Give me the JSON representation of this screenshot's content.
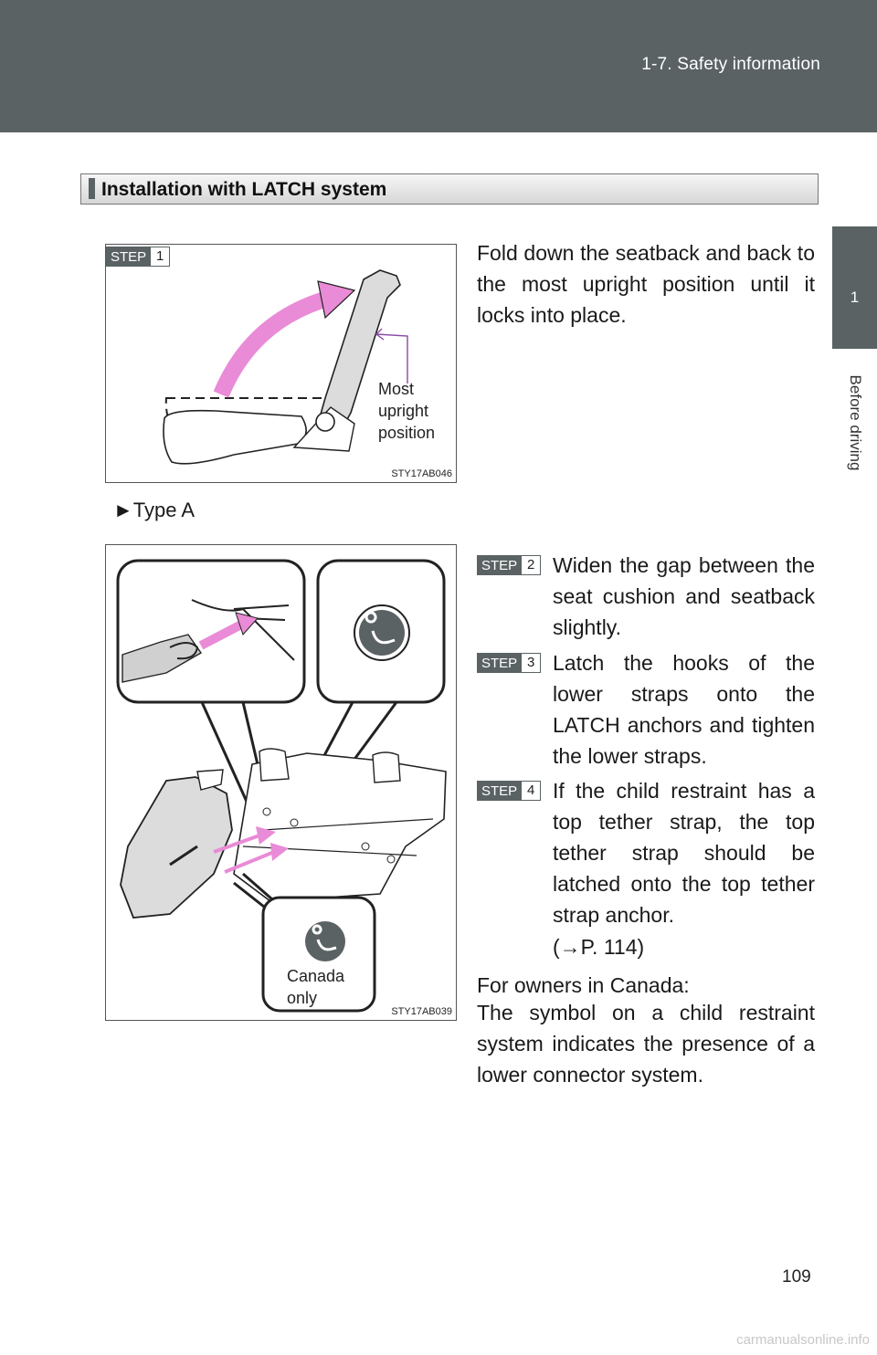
{
  "header": {
    "title": "1-7. Safety information"
  },
  "side_tab": {
    "number": "1",
    "label": "Before driving"
  },
  "section": {
    "title": "Installation with LATCH system"
  },
  "figure1": {
    "code": "STY17AB046",
    "step": {
      "word": "STEP",
      "num": "1"
    },
    "label_lines": [
      "Most",
      "upright",
      "position"
    ]
  },
  "step1_text": "Fold down the seatback and back to the most upright position until it locks into place.",
  "type_label": "►Type A",
  "figure2": {
    "code": "STY17AB039",
    "canada_lines": [
      "Canada",
      "only"
    ]
  },
  "steps": [
    {
      "word": "STEP",
      "num": "2",
      "text": "Widen the gap between the seat cushion and seatback slightly."
    },
    {
      "word": "STEP",
      "num": "3",
      "text": "Latch the hooks of the lower straps onto the LATCH anchors and tighten the lower straps."
    },
    {
      "word": "STEP",
      "num": "4",
      "text": "If the child restraint has a top tether strap, the top tether strap should be latched onto the top tether strap anchor.",
      "ref": "(→P. 114)"
    }
  ],
  "canada_note": {
    "heading": "For owners in Canada:",
    "text": "The symbol on a child restraint system indicates the presence of a lower connector system."
  },
  "page_number": "109",
  "watermark": "carmanualsonline.info",
  "colors": {
    "header_bg": "#5a6264",
    "arrow_pink": "#e98bd6"
  }
}
